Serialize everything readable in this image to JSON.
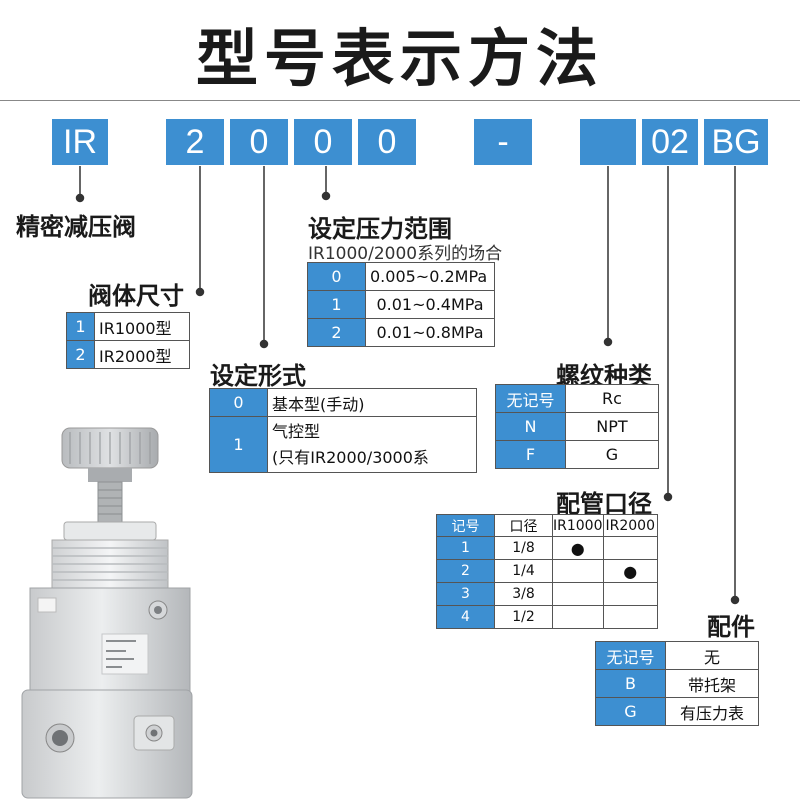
{
  "title": "型号表示方法",
  "code": {
    "series": "IR",
    "d1": "2",
    "d2": "0",
    "d3": "0",
    "d4": "0",
    "dash": "-",
    "blank": "",
    "port": "02",
    "accessory": "BG"
  },
  "valve_label": "精密减压阀",
  "body_size": {
    "label": "阀体尺寸",
    "rows": [
      {
        "key": "1",
        "value": "IR1000型"
      },
      {
        "key": "2",
        "value": "IR2000型"
      }
    ]
  },
  "pressure": {
    "label": "设定压力范围",
    "sublabel": "IR1000/2000系列的场合",
    "rows": [
      {
        "key": "0",
        "value": "0.005~0.2MPa"
      },
      {
        "key": "1",
        "value": "0.01~0.4MPa"
      },
      {
        "key": "2",
        "value": "0.01~0.8MPa"
      }
    ]
  },
  "setting": {
    "label": "设定形式",
    "rows": [
      {
        "key": "0",
        "value": "基本型(手动)"
      },
      {
        "key": "1",
        "value_line1": "气控型",
        "value_line2": "(只有IR2000/3000系"
      }
    ]
  },
  "thread": {
    "label": "螺纹种类",
    "rows": [
      {
        "key": "无记号",
        "value": "Rc"
      },
      {
        "key": "N",
        "value": "NPT"
      },
      {
        "key": "F",
        "value": "G"
      }
    ]
  },
  "port": {
    "label": "配管口径",
    "headers": [
      "记号",
      "口径",
      "IR1000",
      "IR2000"
    ],
    "rows": [
      {
        "key": "1",
        "size": "1/8",
        "ir1000": "●",
        "ir2000": ""
      },
      {
        "key": "2",
        "size": "1/4",
        "ir1000": "",
        "ir2000": "●"
      },
      {
        "key": "3",
        "size": "3/8",
        "ir1000": "",
        "ir2000": ""
      },
      {
        "key": "4",
        "size": "1/2",
        "ir1000": "",
        "ir2000": ""
      }
    ]
  },
  "accessory": {
    "label": "配件",
    "rows": [
      {
        "key": "无记号",
        "value": "无"
      },
      {
        "key": "B",
        "value": "带托架"
      },
      {
        "key": "G",
        "value": "有压力表"
      }
    ]
  },
  "colors": {
    "accent": "#3d8fd1"
  }
}
